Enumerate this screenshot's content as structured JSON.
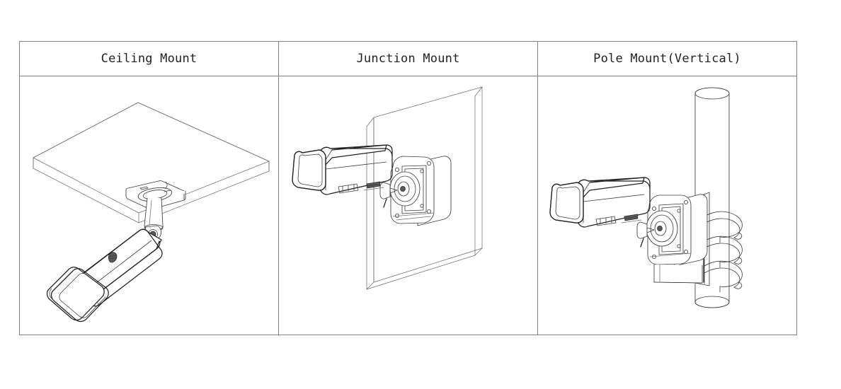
{
  "table": {
    "headers": [
      {
        "id": "ceiling",
        "label": "Ceiling Mount"
      },
      {
        "id": "junction",
        "label": "Junction Mount"
      },
      {
        "id": "pole",
        "label": "Pole Mount(Vertical)"
      }
    ],
    "figures": [
      {
        "id": "ceiling-mount-figure",
        "alt": "Bullet camera attached by a round pedestal bracket to a flat ceiling panel, angled downward",
        "elements": [
          "ceiling-panel",
          "mounting-plate",
          "pedestal-neck",
          "camera-body",
          "sun-shield",
          "lens-hood"
        ]
      },
      {
        "id": "junction-mount-figure",
        "alt": "Bullet camera attached to a junction box on a flat wall panel",
        "elements": [
          "wall-panel",
          "junction-box",
          "camera-body",
          "sun-shield",
          "lens-hood",
          "screws"
        ]
      },
      {
        "id": "pole-mount-figure",
        "alt": "Bullet camera on a junction box secured to a vertical pole with three metal straps",
        "elements": [
          "pole",
          "pole-bracket",
          "strap",
          "junction-box",
          "camera-body",
          "sun-shield",
          "lens-hood"
        ]
      }
    ]
  },
  "style": {
    "line_color": "#231f20",
    "faint_line_color": "#6d6e71",
    "border_color": "#808186",
    "background": "#ffffff",
    "text_color": "#231f20"
  }
}
